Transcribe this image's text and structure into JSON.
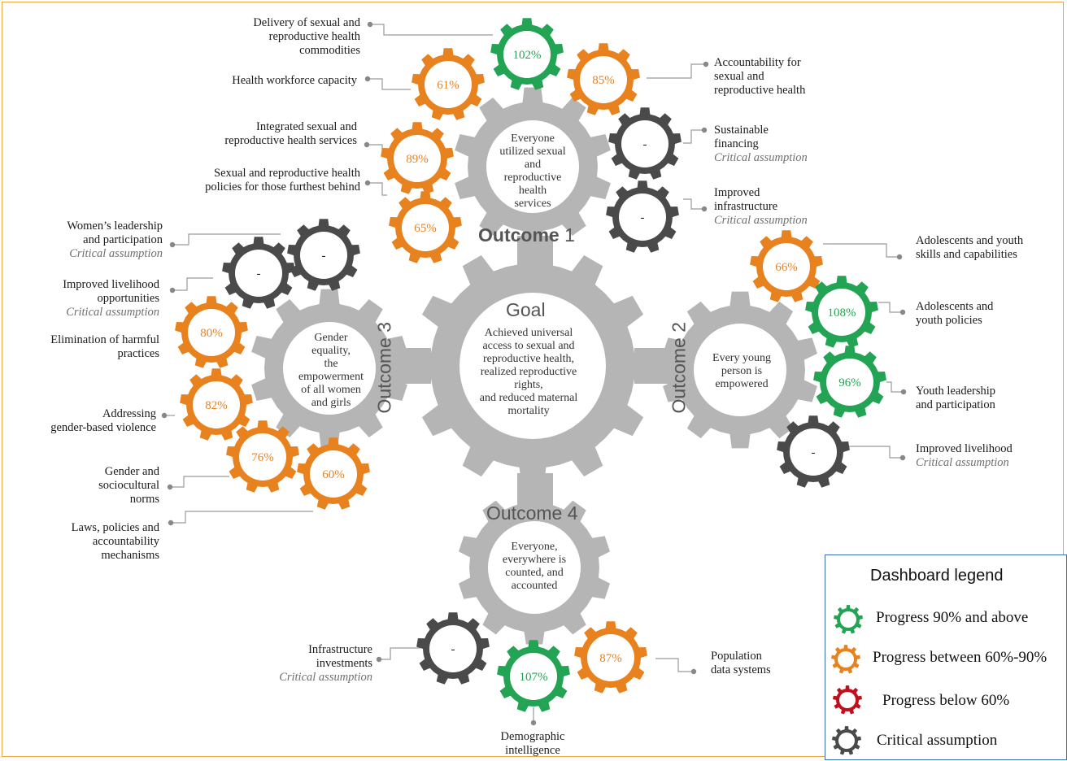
{
  "goal": {
    "title": "Goal",
    "text": "Achieved universal\naccess to sexual and\nreproductive health,\nrealized reproductive\nrights,\nand reduced maternal\nmortality"
  },
  "outcomes": [
    {
      "title_bold": "Outcome",
      "title_num": "1",
      "title": "Outcome 1",
      "text": "Everyone\nutilized sexual\nand\nreproductive\nhealth\nservices"
    },
    {
      "title": "Outcome 2",
      "text": "Every young\nperson is\nempowered"
    },
    {
      "title": "Outcome 3",
      "text": "Gender\nequality,\nthe\nempowerment\nof all women\nand girls"
    },
    {
      "title": "Outcome 4",
      "text": "Everyone,\neverywhere is\ncounted, and\naccounted"
    }
  ],
  "outputs": [
    {
      "id": "o1_delivery",
      "outcome": 1,
      "value": "102%",
      "status": "green",
      "label": "Delivery of sexual and\nreproductive health\ncommodities",
      "critical": ""
    },
    {
      "id": "o1_workforce",
      "outcome": 1,
      "value": "61%",
      "status": "orange",
      "label": "Health workforce capacity",
      "critical": ""
    },
    {
      "id": "o1_accountability",
      "outcome": 1,
      "value": "85%",
      "status": "orange",
      "label": "Accountability for\nsexual and\nreproductive health",
      "critical": ""
    },
    {
      "id": "o1_integrated",
      "outcome": 1,
      "value": "89%",
      "status": "orange",
      "label": "Integrated sexual and\nreproductive health services",
      "critical": ""
    },
    {
      "id": "o1_financing",
      "outcome": 1,
      "value": "-",
      "status": "dark",
      "label": "Sustainable\nfinancing",
      "critical": "Critical assumption"
    },
    {
      "id": "o1_policies",
      "outcome": 1,
      "value": "65%",
      "status": "orange",
      "label": "Sexual and reproductive health\npolicies for those furthest behind",
      "critical": ""
    },
    {
      "id": "o1_infra",
      "outcome": 1,
      "value": "-",
      "status": "dark",
      "label": "Improved\ninfrastructure",
      "critical": "Critical assumption"
    },
    {
      "id": "o2_skills",
      "outcome": 2,
      "value": "66%",
      "status": "orange",
      "label": "Adolescents and youth\nskills and capabilities",
      "critical": ""
    },
    {
      "id": "o2_policies",
      "outcome": 2,
      "value": "108%",
      "status": "green",
      "label": "Adolescents and\nyouth policies",
      "critical": ""
    },
    {
      "id": "o2_leadership",
      "outcome": 2,
      "value": "96%",
      "status": "green",
      "label": "Youth leadership\nand participation",
      "critical": ""
    },
    {
      "id": "o2_livelihood",
      "outcome": 2,
      "value": "-",
      "status": "dark",
      "label": "Improved livelihood",
      "critical": "Critical assumption"
    },
    {
      "id": "o3_women_lead",
      "outcome": 3,
      "value": "-",
      "status": "dark",
      "label": "Women’s leadership\nand participation",
      "critical": "Critical assumption"
    },
    {
      "id": "o3_livelihood",
      "outcome": 3,
      "value": "-",
      "status": "dark",
      "label": "Improved livelihood\nopportunities",
      "critical": "Critical assumption"
    },
    {
      "id": "o3_harmful",
      "outcome": 3,
      "value": "80%",
      "status": "orange",
      "label": "Elimination of harmful\npractices",
      "critical": ""
    },
    {
      "id": "o3_gbv",
      "outcome": 3,
      "value": "82%",
      "status": "orange",
      "label": "Addressing\ngender-based violence",
      "critical": ""
    },
    {
      "id": "o3_norms",
      "outcome": 3,
      "value": "76%",
      "status": "orange",
      "label": "Gender and\nsociocultural\nnorms",
      "critical": ""
    },
    {
      "id": "o3_laws",
      "outcome": 3,
      "value": "60%",
      "status": "orange",
      "label": "Laws, policies and\naccountability\nmechanisms",
      "critical": ""
    },
    {
      "id": "o4_infra",
      "outcome": 4,
      "value": "-",
      "status": "dark",
      "label": "Infrastructure\ninvestments",
      "critical": "Critical assumption"
    },
    {
      "id": "o4_demo",
      "outcome": 4,
      "value": "107%",
      "status": "green",
      "label": "Demographic\nintelligence",
      "critical": ""
    },
    {
      "id": "o4_pop",
      "outcome": 4,
      "value": "87%",
      "status": "orange",
      "label": "Population\ndata systems",
      "critical": ""
    }
  ],
  "legend": {
    "title": "Dashboard legend",
    "items": [
      {
        "label": "Progress 90% and above",
        "status": "green"
      },
      {
        "label": "Progress between 60%-90%",
        "status": "orange"
      },
      {
        "label": "Progress below 60%",
        "status": "red"
      },
      {
        "label": "Critical assumption",
        "status": "dark"
      }
    ]
  },
  "colors": {
    "green": "#22a454",
    "orange": "#e8821e",
    "red": "#c0101e",
    "dark": "#4a4a4a",
    "gear_gray": "#b5b5b5",
    "green_text": "#22a454",
    "orange_text": "#e8821e"
  }
}
